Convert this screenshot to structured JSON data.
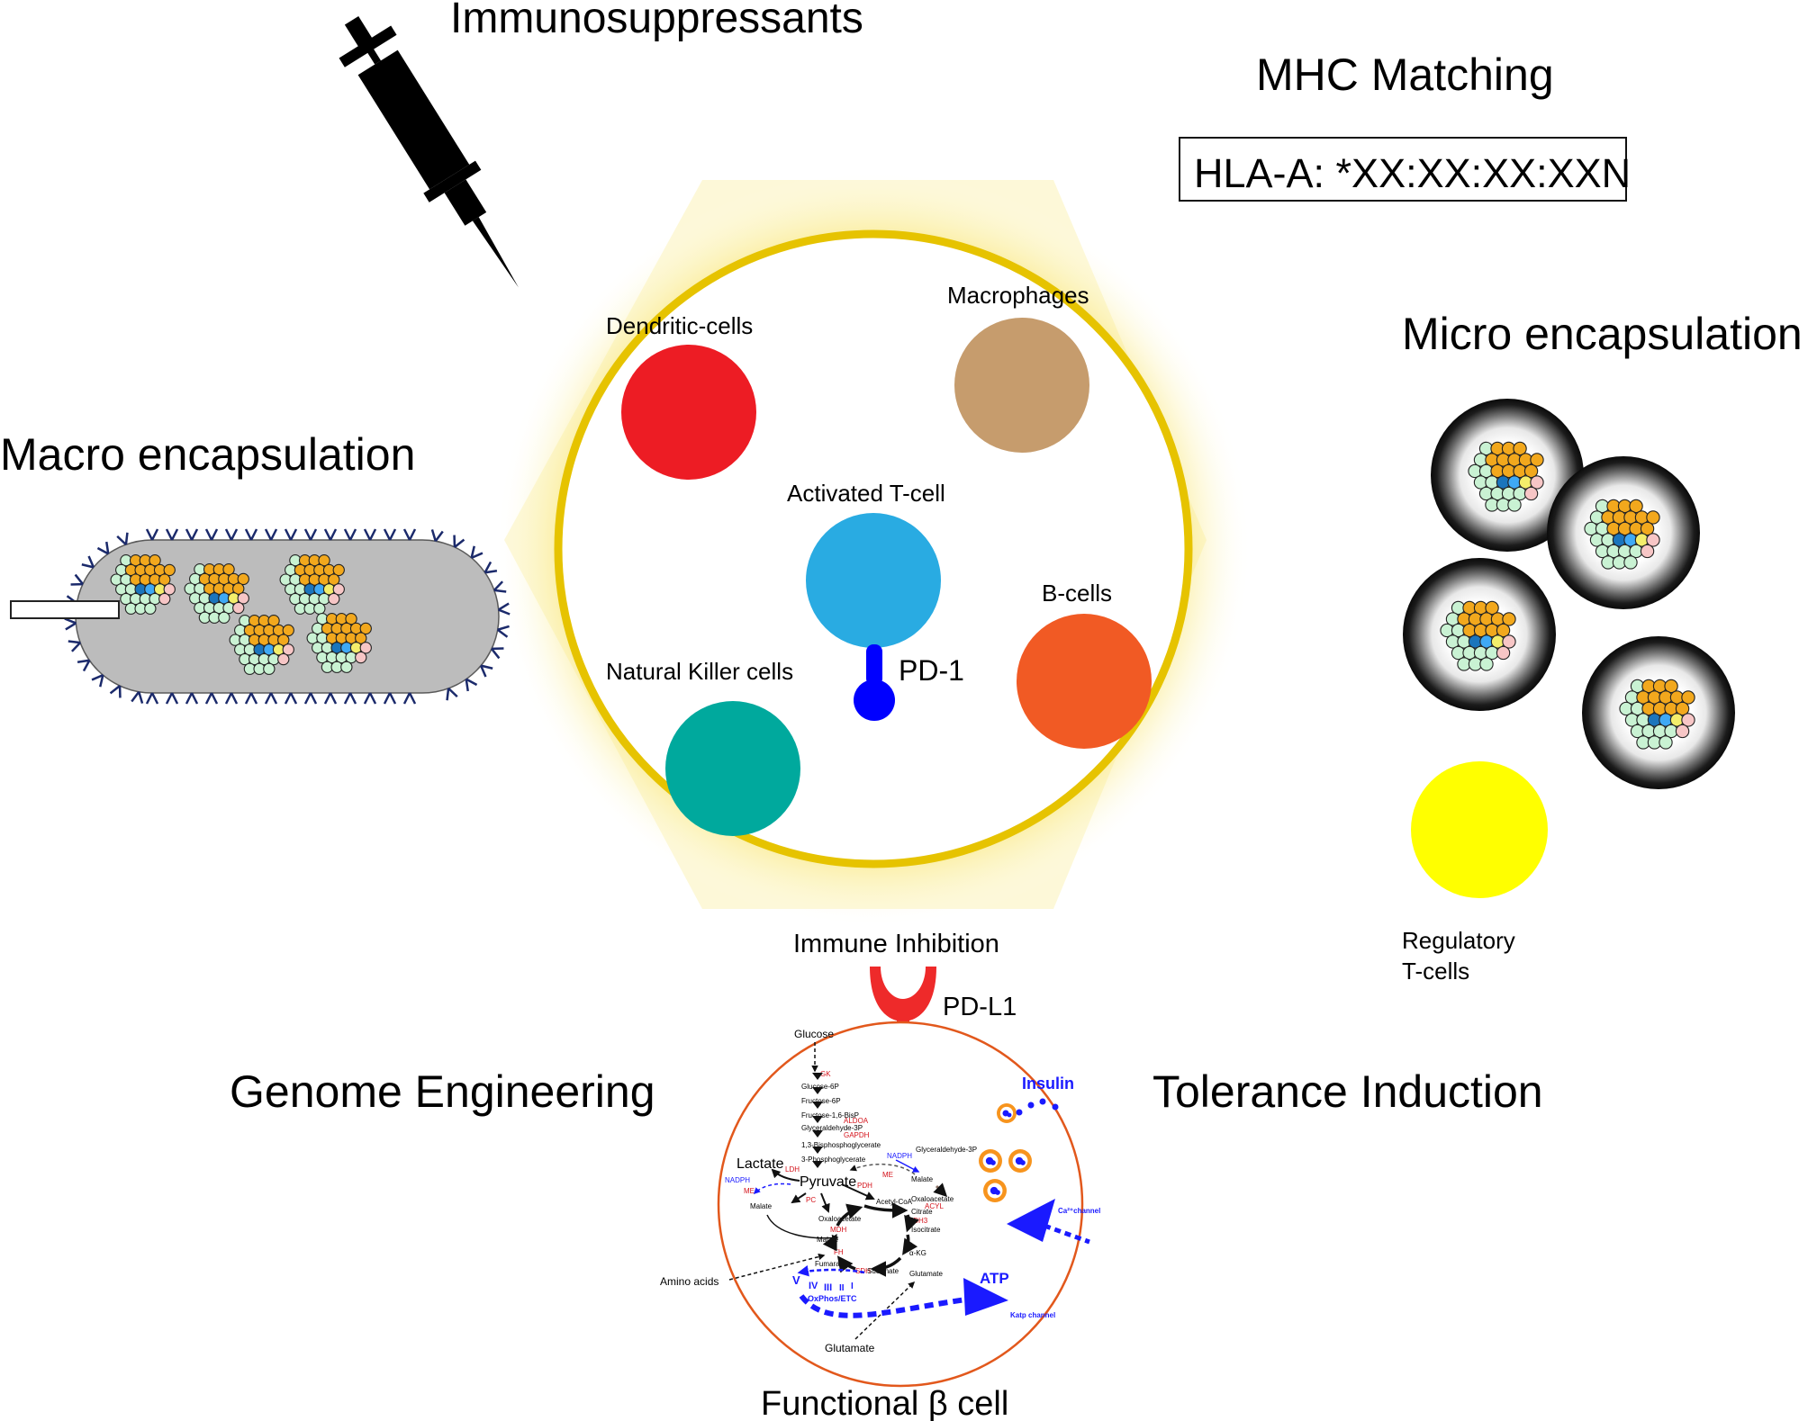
{
  "labels": {
    "immunosuppressants": "Immunosuppressants",
    "mhc_matching": "MHC Matching",
    "hla": "HLA-A: *XX:XX:XX:XXN",
    "macro_encapsulation": "Macro encapsulation",
    "micro_encapsulation": "Micro encapsulation",
    "dendritic_cells": "Dendritic-cells",
    "macrophages": "Macrophages",
    "activated_t_cell": "Activated T-cell",
    "b_cells": "B-cells",
    "natural_killer_cells": "Natural Killer cells",
    "pd1": "PD-1",
    "immune_inhibition": "Immune Inhibition",
    "pdl1": "PD-L1",
    "regulatory_t_cells_1": "Regulatory",
    "regulatory_t_cells_2": "T-cells",
    "genome_engineering": "Genome Engineering",
    "tolerance_induction": "Tolerance Induction",
    "functional_beta_cell": "Functional β cell"
  },
  "beta_cell": {
    "glucose": "Glucose",
    "gk": "GK",
    "glucose_6p": "Glucose-6P",
    "fructose_6p": "Fructose-6P",
    "fructose_16bisp": "Fructose-1,6-BisP",
    "aldoa": "ALDOA",
    "glyceraldehyde_3p": "Glyceraldehyde-3P",
    "gapdh": "GAPDH",
    "bpg": "1,3-Bisphosphoglycerate",
    "pg3": "3-Phosphoglycerate",
    "lactate": "Lactate",
    "ldh": "LDH",
    "pyruvate": "Pyruvate",
    "nadph_left": "NADPH",
    "me_left": "ME",
    "malate_left": "Malate",
    "pc": "PC",
    "pdh": "PDH",
    "acetyl_coa": "Acetyl-CoA",
    "oxaloacetate": "Oxaloacetate",
    "mdh": "MDH",
    "malate": "Malate",
    "citrate": "Citrate",
    "isocitrate": "Isocitrate",
    "idh3": "IDH3",
    "akg": "α-KG",
    "fh": "FH",
    "fumarate": "Fumarate",
    "sdh": "SDH",
    "succinate": "Succinate",
    "glutamate_in": "Glutamate",
    "amino_acids": "Amino acids",
    "glutamate": "Glutamate",
    "nadph_right": "NADPH",
    "glyceraldehyde_3p_right": "Glyceraldehyde-3P",
    "me_right": "ME",
    "malate_right": "Malate",
    "oxaloacetate_right": "Oxaloacetate",
    "acyl": "ACYL",
    "etc_v": "V",
    "etc_iv": "IV",
    "etc_iii": "III",
    "etc_ii": "II",
    "etc_i": "I",
    "oxphos": "OxPhos/ETC",
    "atp": "ATP",
    "katp": "Katp channel",
    "insulin": "Insulin",
    "ca_channel": "Ca²⁺channel"
  },
  "colors": {
    "dendritic": "#ed1c24",
    "macrophage": "#c69c6d",
    "t_cell": "#29abe2",
    "b_cell": "#f15a24",
    "nk_cell": "#00a99d",
    "treg": "#ffff00",
    "pd1": "#0000ff",
    "pdl1": "#ee2a2a",
    "ring": "#f2cc00",
    "beta_membrane": "#e2581c",
    "enzyme_red": "#d4121a",
    "blue": "#1a1aff",
    "gold_cell": "#f2a81d",
    "mint_cell": "#c9f2d3"
  },
  "icons": [
    "syringe-icon",
    "islet-icon",
    "capsule-icon",
    "microcapsule-icon",
    "receptor-icon",
    "insulin-granule-icon"
  ]
}
